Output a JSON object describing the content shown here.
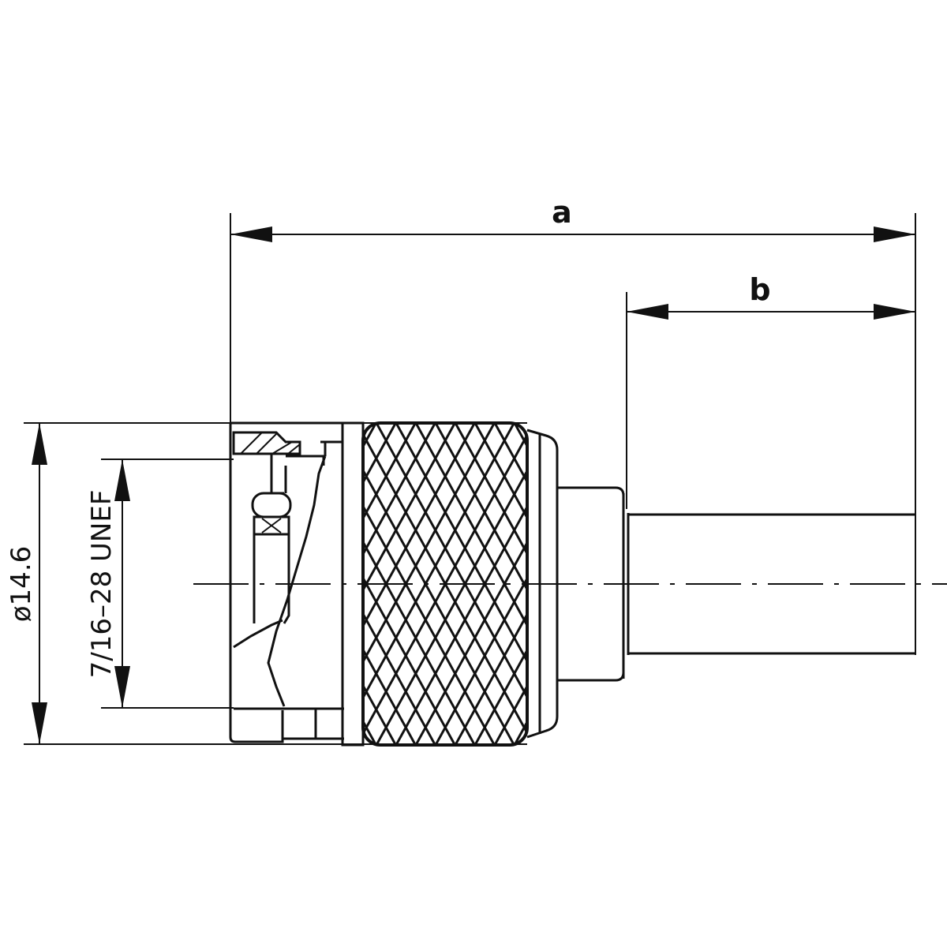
{
  "drawing": {
    "dimension_a_label": "a",
    "dimension_b_label": "b",
    "diameter_label": "ø14.6",
    "thread_label": "7/16–28 UNEF"
  },
  "colors": {
    "line": "#111111",
    "background": "#ffffff"
  }
}
